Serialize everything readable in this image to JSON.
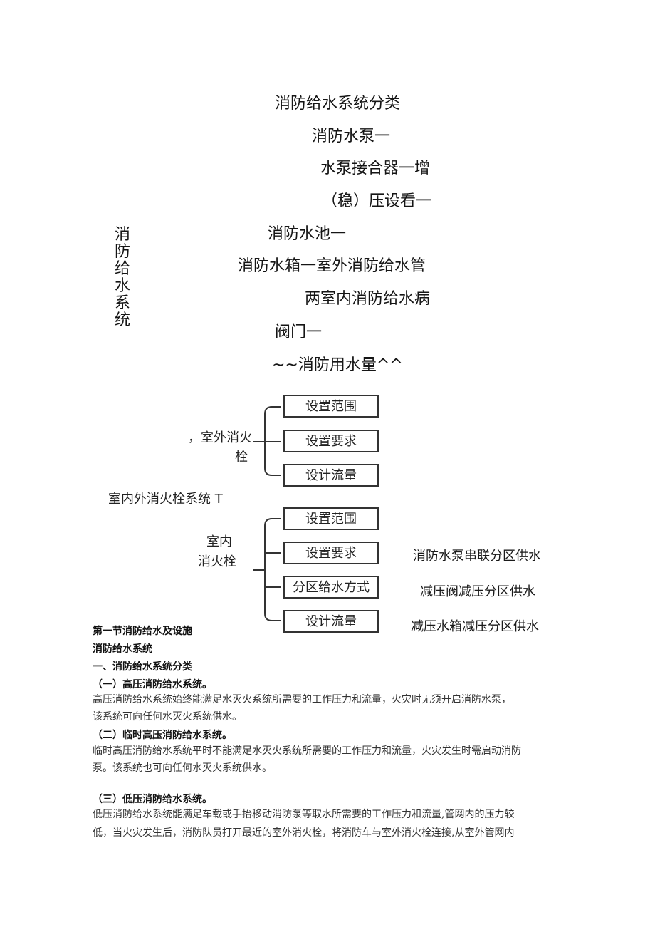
{
  "mindmap": {
    "vertical_title": [
      "消",
      "防",
      "给",
      "水",
      "系",
      "统"
    ],
    "lines": [
      "消防给水系统分类",
      "消防水泵一",
      "水泵接合器一增",
      "（稳）压设看一",
      "消防水池一",
      "消防水箱一室外消防给水管",
      "两室内消防给水病",
      "阀门一",
      "~~消防用水量^^"
    ]
  },
  "diagram": {
    "root_label": "室内外消火栓系统 T",
    "outdoor_label": [
      "，室外消火",
      "栓"
    ],
    "indoor_label": [
      "室内",
      "消火栓"
    ],
    "outdoor_boxes": [
      "设置范围",
      "设置要求",
      "设计流量"
    ],
    "indoor_boxes": [
      "设置范围",
      "设置要求",
      "分区给水方式",
      "设计流量"
    ],
    "right_notes": [
      "消防水泵串联分区供水",
      "减压阀减压分区供水",
      "减压水箱减压分区供水"
    ]
  },
  "document": {
    "heading1": "第一节消防给水及设施",
    "heading2": "消防给水系统",
    "heading3": "一、消防给水系统分类",
    "s1_title": "（一）高压消防给水系统。",
    "s1_line1": "高压消防给水系统始终能满足水灭火系统所需要的工作压力和流量，火灾时无须开启消防水泵，",
    "s1_line2": "该系统可向任何水灭火系统供水。",
    "s2_title": "（二）临时高压消防给水系统。",
    "s2_line1": "临时高压消防给水系统平时不能满足水灭火系统所需要的工作压力和流量，火灾发生时需启动消防",
    "s2_line2": "泵。该系统也可向任何水灭火系统供水。",
    "s3_title": "（三）低压消防给水系统。",
    "s3_line1": "低压消防给水系统能满足车载或手抬移动消防泵等取水所需要的工作压力和流量,管网内的压力较",
    "s3_line2": "低，当火灾发生后，消防队员打开最近的室外消火栓，将消防车与室外消火栓连接,从室外管网内"
  },
  "colors": {
    "text": "#111111",
    "box_border": "#333333",
    "body_text": "#333333"
  }
}
